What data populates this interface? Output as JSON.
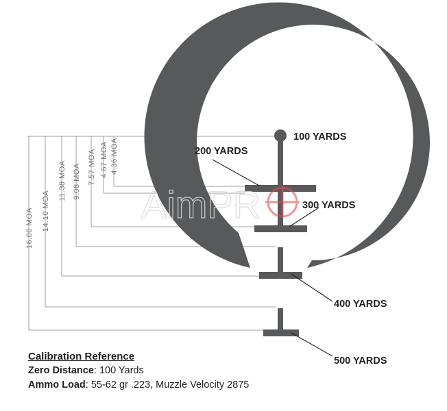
{
  "reticle": {
    "yard_labels": [
      "100 YARDS",
      "200 YARDS",
      "300 YARDS",
      "400 YARDS",
      "500 YARDS"
    ],
    "moa_labels": [
      "4.36 MOA",
      "4.67 MOA",
      "7.57 MOA",
      "9.08 MOA",
      "11.38 MOA",
      "14.10 MOA",
      "16.00 MOA"
    ]
  },
  "watermark": {
    "text_main": "AimPR",
    "icon": "crosshair-icon"
  },
  "caption": {
    "title": "Calibration Reference",
    "zero_label": "Zero Distance",
    "zero_value": ": 100 Yards",
    "ammo_label": "Ammo Load",
    "ammo_value": ": 55-62 gr .223, Muzzle Velocity 2875"
  },
  "colors": {
    "reticle": "#58595b",
    "line": "#9d9fa2",
    "text": "#231f20",
    "watermark_red": "#e05050"
  }
}
